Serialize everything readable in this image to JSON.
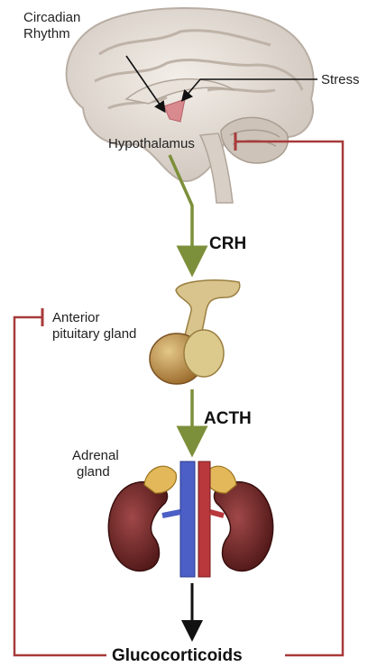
{
  "labels": {
    "circadian_line1": "Circadian",
    "circadian_line2": "Rhythm",
    "stress": "Stress",
    "hypothalamus": "Hypothalamus",
    "crh": "CRH",
    "pituitary_line1": "Anterior",
    "pituitary_line2": "pituitary gland",
    "acth": "ACTH",
    "adrenal_line1": "Adrenal",
    "adrenal_line2": "gland",
    "glucocorticoids": "Glucocorticoids"
  },
  "icons": {
    "brain": "brain-illustration",
    "pituitary": "pituitary-gland-illustration",
    "adrenal": "kidneys-adrenal-illustration"
  },
  "colors": {
    "stimulatory_arrow": "#7c8f3a",
    "inhibitory_feedback": "#a83a3a",
    "output_arrow": "#111111",
    "pointer_arrow": "#111111"
  }
}
